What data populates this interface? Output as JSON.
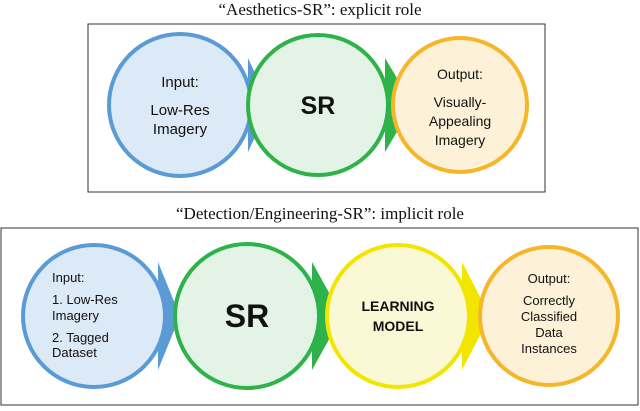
{
  "top_panel": {
    "title": "“Aesthetics-SR”: explicit role",
    "input": {
      "line1": "Input:",
      "line2": "Low-Res",
      "line3": "Imagery"
    },
    "sr": {
      "label": "SR"
    },
    "output": {
      "line1": "Output:",
      "line2": "Visually-",
      "line3": "Appealing",
      "line4": "Imagery"
    }
  },
  "bottom_panel": {
    "title": "“Detection/Engineering-SR”: implicit role",
    "input": {
      "line1": "Input:",
      "line2": "1. Low-Res",
      "line3": "Imagery",
      "line4": "2. Tagged",
      "line5": "Dataset"
    },
    "sr": {
      "label": "SR"
    },
    "model": {
      "line1": "LEARNING",
      "line2": "MODEL"
    },
    "output": {
      "line1": "Output:",
      "line2": "Correctly",
      "line3": "Classified",
      "line4": "Data",
      "line5": "Instances"
    }
  },
  "colors": {
    "input_stroke": "#5b9bd5",
    "input_fill": "#dce9f6",
    "sr_stroke": "#2db34a",
    "sr_fill": "#e3f3e6",
    "model_stroke": "#f2e600",
    "model_fill": "#fbf8d6",
    "output_stroke": "#f5b62a",
    "output_fill": "#fdf1d8"
  }
}
